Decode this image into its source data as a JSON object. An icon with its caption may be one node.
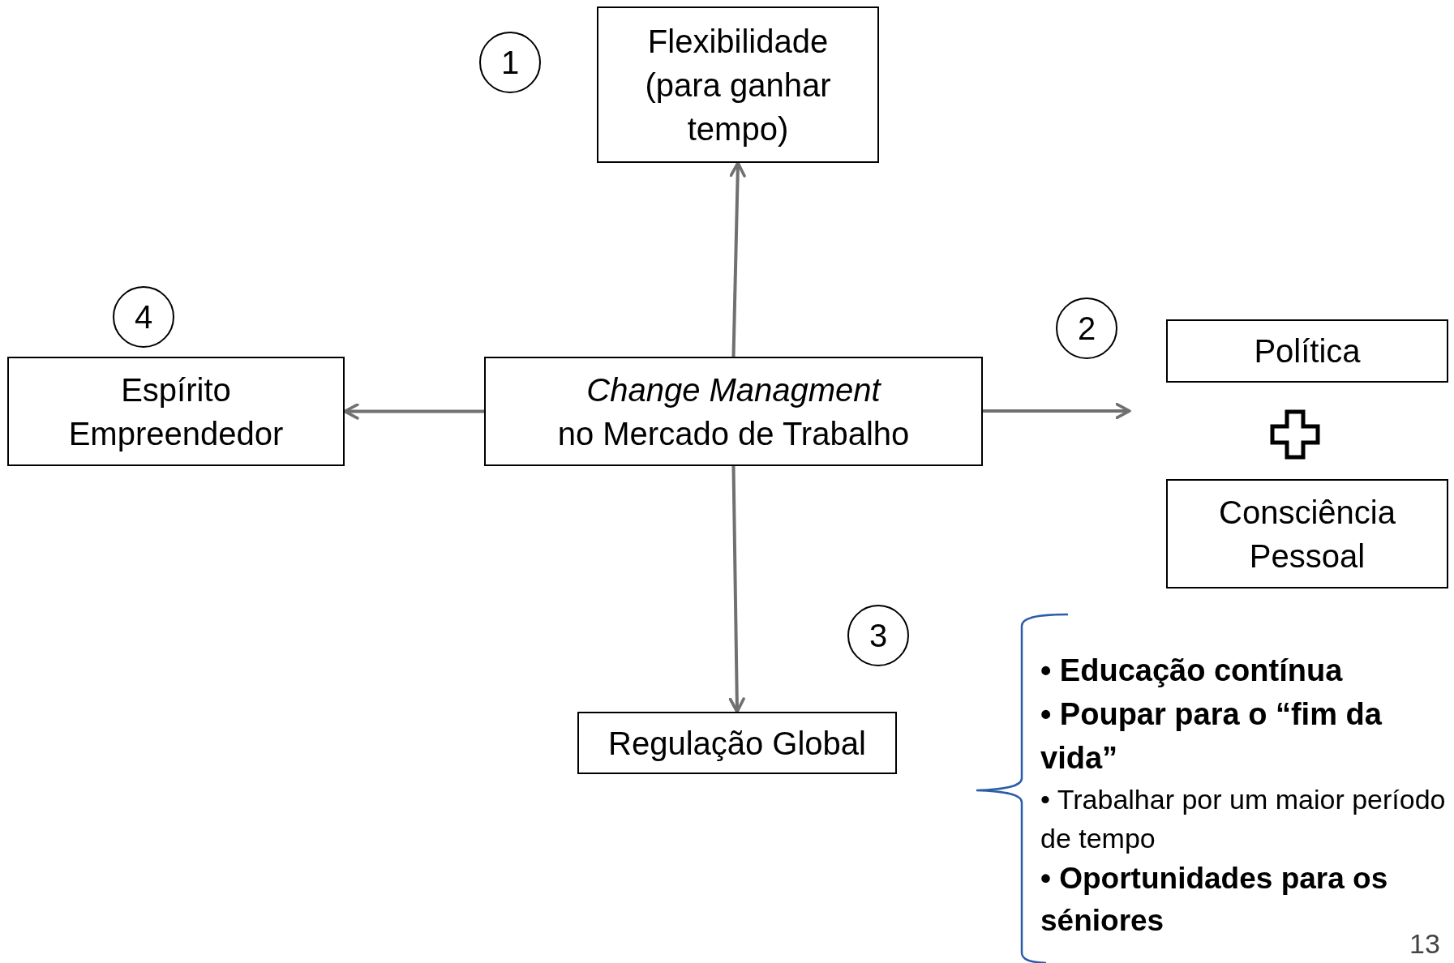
{
  "diagram": {
    "nodes": [
      {
        "text": [
          "1"
        ]
      },
      {
        "text": [
          "Flexibilidade (para ganhar tempo)"
        ]
      },
      {
        "text": [
          "4"
        ]
      },
      {
        "text": [
          "2"
        ]
      },
      {
        "text": [
          "Política"
        ]
      },
      {
        "text": [
          "Espírito Empreendedor"
        ]
      },
      {
        "text": [
          "*Change Managment* no Mercado de Trabalho"
        ]
      },
      {
        "text": [
          "Consciência Pessoal"
        ]
      },
      {
        "text": [
          "3"
        ]
      },
      {
        "text": [
          "Regulação Global"
        ]
      }
    ],
    "edges": [
      {
        "from": 6,
        "to": 1,
        "arrow": "to"
      },
      {
        "from": 6,
        "to": 5,
        "arrow": "to"
      },
      {
        "from": 6,
        "to": null,
        "arrow": "to"
      },
      {
        "from": 6,
        "to": 9,
        "arrow": "to"
      }
    ],
    "labels": [
      "• Educação contínua",
      "• Poupar para o “fim da vida”",
      "• Trabalhar por um maior período de tempo",
      "• Oportunidades para os séniores",
      "13"
    ]
  }
}
